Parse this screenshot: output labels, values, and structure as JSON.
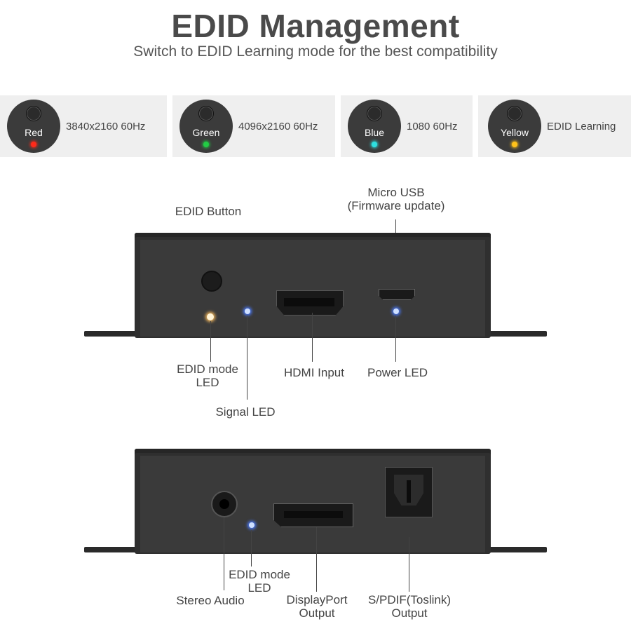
{
  "header": {
    "title": "EDID Management",
    "subtitle": "Switch to EDID Learning mode for the best compatibility"
  },
  "modes": [
    {
      "color_name": "Red",
      "setting": "3840x2160 60Hz",
      "led_color": "#ff2a1a"
    },
    {
      "color_name": "Green",
      "setting": "4096x2160 60Hz",
      "led_color": "#22cc44"
    },
    {
      "color_name": "Blue",
      "setting": "1080 60Hz",
      "led_color": "#2ee0e0"
    },
    {
      "color_name": "Yellow",
      "setting": "EDID Learning",
      "led_color": "#ffc21a"
    }
  ],
  "front_panel": {
    "edid_button": "EDID Button",
    "micro_usb_line1": "Micro USB",
    "micro_usb_line2": "(Firmware update)",
    "edid_mode_led_line1": "EDID mode",
    "edid_mode_led_line2": "LED",
    "signal_led": "Signal LED",
    "hdmi_input": "HDMI Input",
    "power_led": "Power LED"
  },
  "rear_panel": {
    "stereo_audio": "Stereo Audio",
    "edid_mode_led_line1": "EDID mode",
    "edid_mode_led_line2": "LED",
    "displayport_line1": "DisplayPort",
    "displayport_line2": "Output",
    "spdif_line1": "S/PDIF(Toslink)",
    "spdif_line2": "Output"
  }
}
